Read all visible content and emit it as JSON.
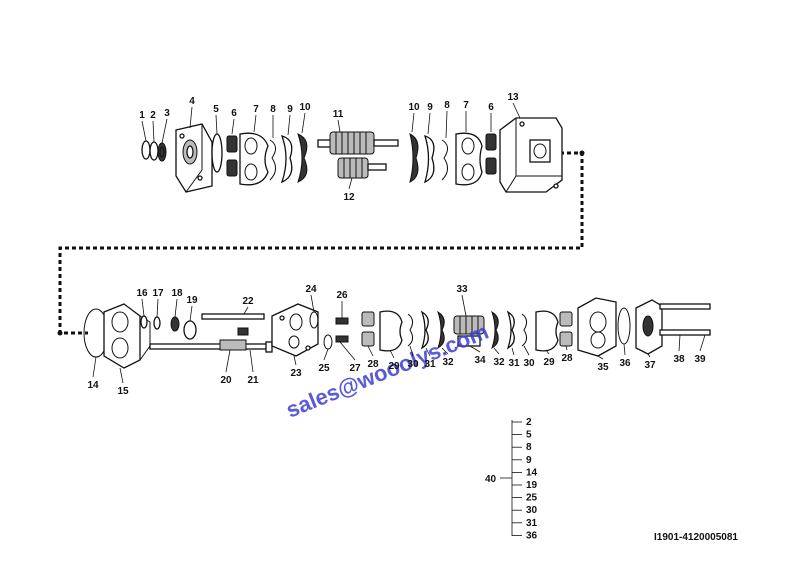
{
  "upper_callouts": [
    "1",
    "2",
    "3",
    "4",
    "5",
    "6",
    "7",
    "8",
    "9",
    "10",
    "11",
    "12",
    "10",
    "9",
    "8",
    "7",
    "6",
    "13"
  ],
  "lower_callouts": [
    "14",
    "15",
    "16",
    "17",
    "18",
    "19",
    "20",
    "21",
    "22",
    "23",
    "24",
    "25",
    "26",
    "27",
    "28",
    "29",
    "30",
    "31",
    "32",
    "33",
    "34",
    "32",
    "31",
    "30",
    "29",
    "28",
    "35",
    "36",
    "37",
    "38",
    "39"
  ],
  "kit_label": "40",
  "kit_parts": [
    "2",
    "5",
    "8",
    "9",
    "14",
    "19",
    "25",
    "30",
    "31",
    "36"
  ],
  "watermark": "sales@wooolys.com",
  "drawing_code": "I1901-4120005081"
}
